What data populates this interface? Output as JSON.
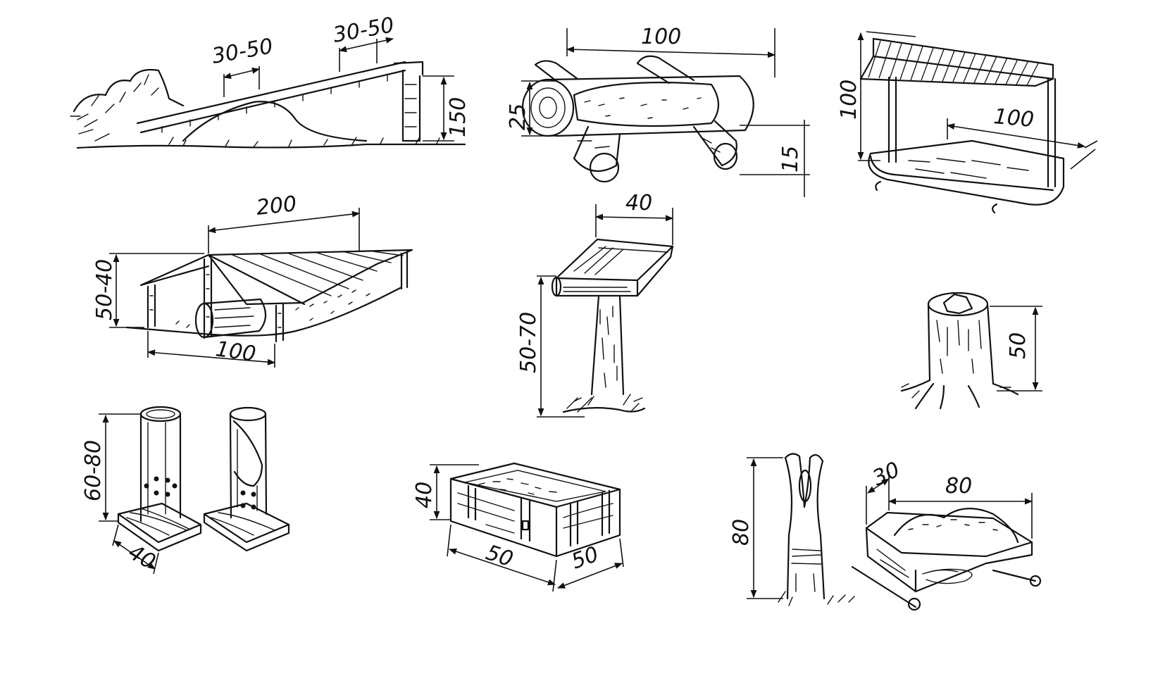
{
  "figures": {
    "ramp": {
      "labels": [
        "30-50",
        "30-50",
        "150"
      ]
    },
    "log_feeder": {
      "labels": [
        "100",
        "25",
        "15"
      ]
    },
    "roofed_trough": {
      "labels": [
        "100",
        "100"
      ]
    },
    "shed": {
      "labels": [
        "200",
        "50-40",
        "100"
      ]
    },
    "stand_tray": {
      "labels": [
        "40",
        "50-70"
      ]
    },
    "stump": {
      "labels": [
        "50"
      ]
    },
    "tubes": {
      "labels": [
        "60-80",
        "40"
      ]
    },
    "box": {
      "labels": [
        "40",
        "50",
        "50"
      ]
    },
    "fork_feeder": {
      "labels": [
        "80",
        "30",
        "80"
      ]
    }
  },
  "colors": {
    "ink": "#111111",
    "paper": "#ffffff"
  }
}
